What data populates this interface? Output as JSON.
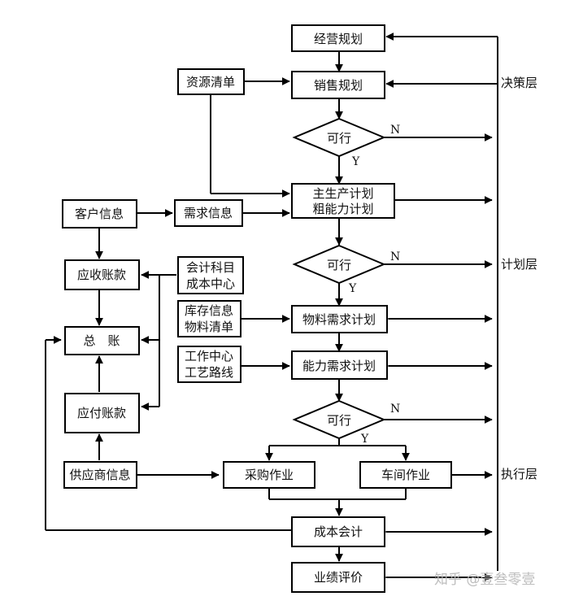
{
  "nodes": {
    "business_planning": "经营规划",
    "resource_list": "资源清单",
    "sales_planning": "销售规划",
    "feasible_1": "可行",
    "mps_line1": "主生产计划",
    "mps_line2": "粗能力计划",
    "customer_info": "客户信息",
    "demand_info": "需求信息",
    "feasible_2": "可行",
    "accounts_receivable": "应收账款",
    "accounting_line1": "会计科目",
    "accounting_line2": "成本中心",
    "inventory_line1": "库存信息",
    "inventory_line2": "物料清单",
    "mrp": "物料需求计划",
    "general_ledger": "总　账",
    "workcenter_line1": "工作中心",
    "workcenter_line2": "工艺路线",
    "crp": "能力需求计划",
    "feasible_3": "可行",
    "accounts_payable": "应付账款",
    "supplier_info": "供应商信息",
    "purchasing": "采购作业",
    "workshop": "车间作业",
    "cost_accounting": "成本会计",
    "performance_eval": "业绩评价"
  },
  "branch_labels": {
    "n1": "N",
    "y1": "Y",
    "n2": "N",
    "y2": "Y",
    "n3": "N",
    "y3": "Y"
  },
  "layers": {
    "decision": "决策层",
    "planning": "计划层",
    "execution": "执行层"
  },
  "watermark": "知乎 @壹叁零壹"
}
